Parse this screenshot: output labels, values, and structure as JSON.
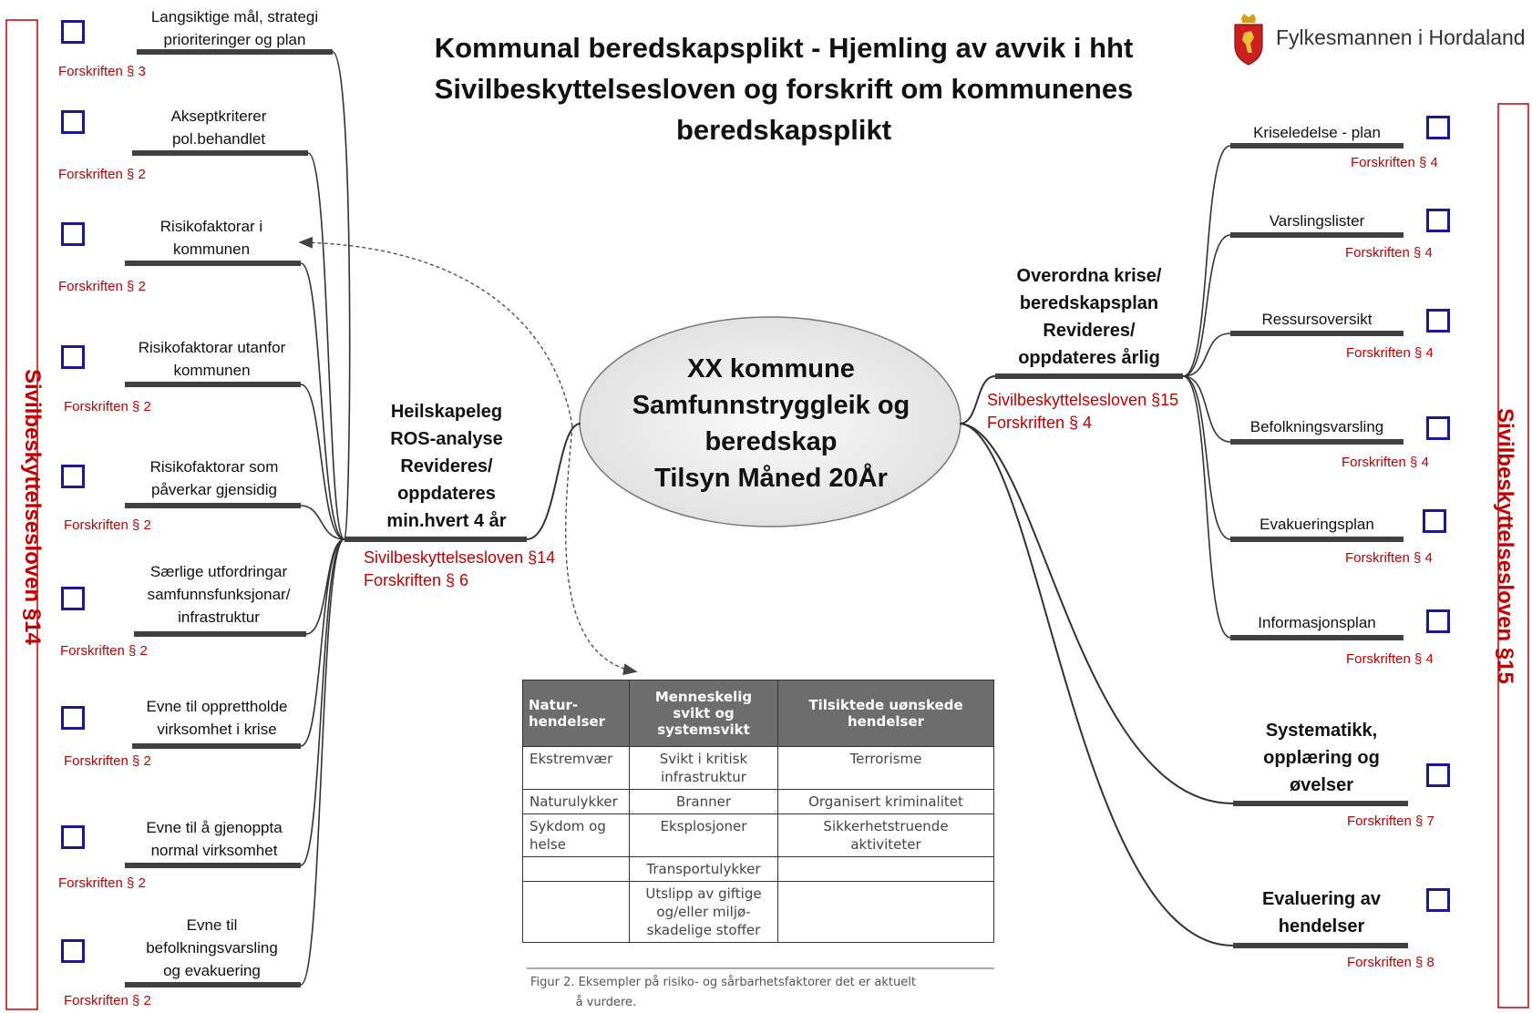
{
  "header": {
    "title_lines": [
      "Kommunal beredskapsplikt - Hjemling av avvik i hht",
      "Sivilbeskyttelsesloven og forskrift om kommunenes",
      "beredskapsplikt"
    ],
    "brand": "Fylkesmannen i Hordaland"
  },
  "center": {
    "lines": [
      "XX kommune",
      "Samfunnstryggleik og",
      "beredskap",
      "Tilsyn Måned 20År"
    ]
  },
  "left_branch": {
    "title_lines": [
      "Heilskapeleg",
      "ROS-analyse",
      "Revideres/",
      "oppdateres",
      "min.hvert 4 år"
    ],
    "ref_lines": [
      "Sivilbeskyttelsesloven §14",
      "Forskriften § 6"
    ]
  },
  "right_branch": {
    "title_lines": [
      "Overordna krise/",
      "beredskapsplan",
      "Revideres/",
      "oppdateres årlig"
    ],
    "ref_lines": [
      "Sivilbeskyttelsesloven §15",
      "Forskriften § 4"
    ]
  },
  "left_items": [
    {
      "lines": [
        "Langsiktige mål, strategi",
        "prioriteringer og plan"
      ],
      "ref": "Forskriften § 3"
    },
    {
      "lines": [
        "Akseptkriterer",
        "pol.behandlet"
      ],
      "ref": "Forskriften § 2"
    },
    {
      "lines": [
        "Risikofaktorar i",
        "kommunen"
      ],
      "ref": "Forskriften § 2"
    },
    {
      "lines": [
        "Risikofaktorar utanfor",
        "kommunen"
      ],
      "ref": "Forskriften § 2"
    },
    {
      "lines": [
        "Risikofaktorar som",
        "påverkar gjensidig"
      ],
      "ref": "Forskriften § 2"
    },
    {
      "lines": [
        "Særlige utfordringar",
        "samfunnsfunksjonar/",
        "infrastruktur"
      ],
      "ref": "Forskriften § 2"
    },
    {
      "lines": [
        "Evne til opprettholde",
        "virksomhet i krise"
      ],
      "ref": "Forskriften § 2"
    },
    {
      "lines": [
        "Evne til å gjenoppta",
        "normal virksomhet"
      ],
      "ref": "Forskriften § 2"
    },
    {
      "lines": [
        "Evne til",
        "befolkningsvarsling",
        "og evakuering"
      ],
      "ref": "Forskriften § 2"
    }
  ],
  "right_items": [
    {
      "lines": [
        "Kriseledelse - plan"
      ],
      "ref": "Forskriften § 4"
    },
    {
      "lines": [
        "Varslingslister"
      ],
      "ref": "Forskriften § 4"
    },
    {
      "lines": [
        "Ressursoversikt"
      ],
      "ref": "Forskriften § 4"
    },
    {
      "lines": [
        "Befolkningsvarsling"
      ],
      "ref": "Forskriften § 4"
    },
    {
      "lines": [
        "Evakueringsplan"
      ],
      "ref": "Forskriften § 4"
    },
    {
      "lines": [
        "Informasjonsplan"
      ],
      "ref": "Forskriften § 4"
    }
  ],
  "right_major_items": [
    {
      "lines": [
        "Systematikk,",
        "opplæring og",
        "øvelser"
      ],
      "ref": "Forskriften § 7"
    },
    {
      "lines": [
        "Evaluering av",
        "hendelser"
      ],
      "ref": "Forskriften § 8"
    }
  ],
  "side_labels": {
    "left": "Sivilbeskyttelsesloven §14",
    "right": "Sivilbeskyttelsesloven §15"
  },
  "risk_table": {
    "headers": [
      [
        "Natur-",
        "hendelser"
      ],
      [
        "Menneskelig",
        "svikt og",
        "systemsvikt"
      ],
      [
        "Tilsiktede uønskede",
        "hendelser"
      ]
    ],
    "rows": [
      [
        [
          "Ekstremvær"
        ],
        [
          "Svikt i kritisk",
          "infrastruktur"
        ],
        [
          "Terrorisme"
        ]
      ],
      [
        [
          "Naturulykker"
        ],
        [
          "Branner"
        ],
        [
          "Organisert kriminalitet"
        ]
      ],
      [
        [
          "Sykdom og",
          "helse"
        ],
        [
          "Eksplosjoner"
        ],
        [
          "Sikkerhetstruende",
          "aktiviteter"
        ]
      ],
      [
        [
          ""
        ],
        [
          "Transportulykker"
        ],
        [
          ""
        ]
      ],
      [
        [
          ""
        ],
        [
          "Utslipp av giftige",
          "og/eller miljø-",
          "skadelige stoffer"
        ],
        [
          ""
        ]
      ]
    ],
    "caption_lines": [
      "Figur 2.  Eksempler på risiko- og sårbarhetsfaktorer det er aktuelt",
      "            å vurdere."
    ]
  },
  "colors": {
    "legal_red": "#c00000",
    "checkbox_blue": "#1a1a8c",
    "bar_gray": "#404040",
    "table_header": "#6d6d6d"
  }
}
